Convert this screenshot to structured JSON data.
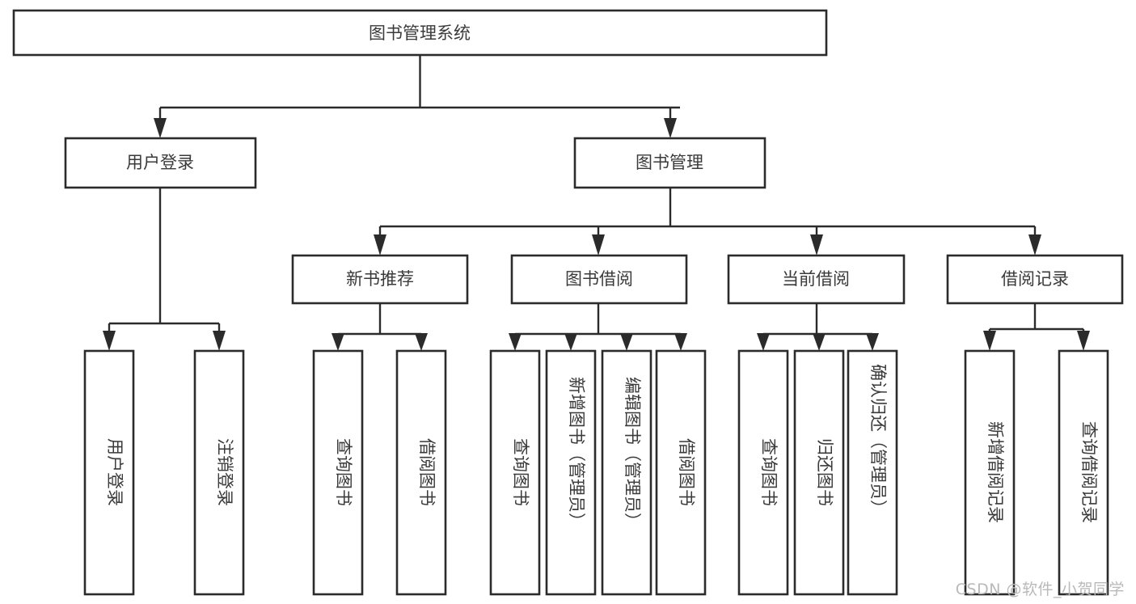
{
  "diagram": {
    "type": "tree-flowchart",
    "title": "图书管理系统",
    "watermark": "CSDN @软件_小贺同学",
    "colors": {
      "background": "#ffffff",
      "box_fill": "#ffffff",
      "box_stroke": "#2b2b2b",
      "connector": "#2b2b2b",
      "text": "#3a3a3a",
      "watermark": "#b9b9b9"
    },
    "root": {
      "label": "图书管理系统"
    },
    "level2": [
      {
        "label": "用户登录"
      },
      {
        "label": "图书管理"
      }
    ],
    "level3": [
      {
        "label": "新书推荐"
      },
      {
        "label": "图书借阅"
      },
      {
        "label": "当前借阅"
      },
      {
        "label": "借阅记录"
      }
    ],
    "leaves": {
      "user_login": [
        {
          "label": "用户登录"
        },
        {
          "label": "注销登录"
        }
      ],
      "new_book_recommend": [
        {
          "label": "查询图书"
        },
        {
          "label": "借阅图书"
        }
      ],
      "book_borrow": [
        {
          "label": "查询图书"
        },
        {
          "label": "新增图书（管理员）"
        },
        {
          "label": "编辑图书（管理员）"
        },
        {
          "label": "借阅图书"
        }
      ],
      "current_borrow": [
        {
          "label": "查询图书"
        },
        {
          "label": "归还图书"
        },
        {
          "label": "确认归还（管理员）"
        }
      ],
      "borrow_record": [
        {
          "label": "新增借阅记录"
        },
        {
          "label": "查询借阅记录"
        }
      ]
    }
  }
}
